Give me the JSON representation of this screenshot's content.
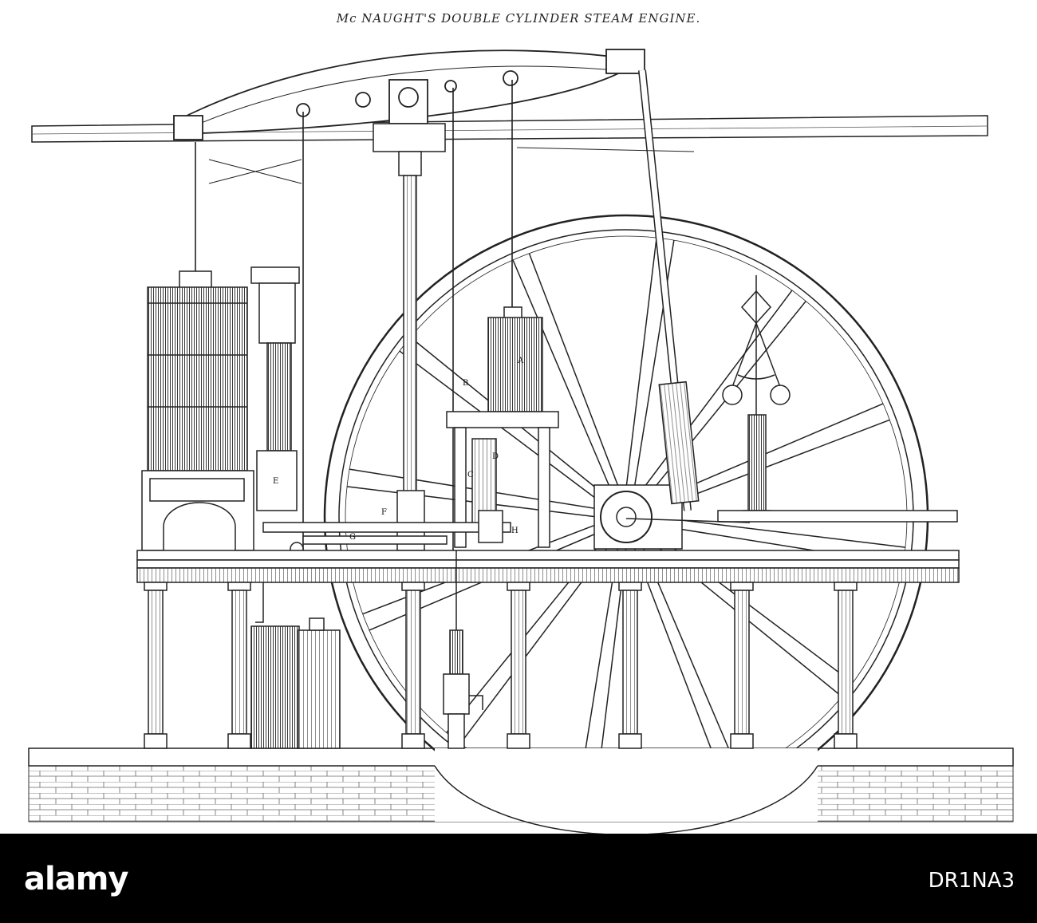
{
  "title": "Mc NAUGHT'S DOUBLE CYLINDER STEAM ENGINE.",
  "part_labels": {
    "a": "A",
    "b": "B",
    "c": "C",
    "d": "D",
    "e": "E",
    "f": "F",
    "g": "G",
    "h": "H"
  },
  "footer": {
    "logo": "alamy",
    "image_id": "DR1NA3"
  },
  "colors": {
    "ink": "#1a1a1a",
    "paper": "#ffffff",
    "footer_background": "#000000",
    "footer_text": "#ffffff"
  }
}
